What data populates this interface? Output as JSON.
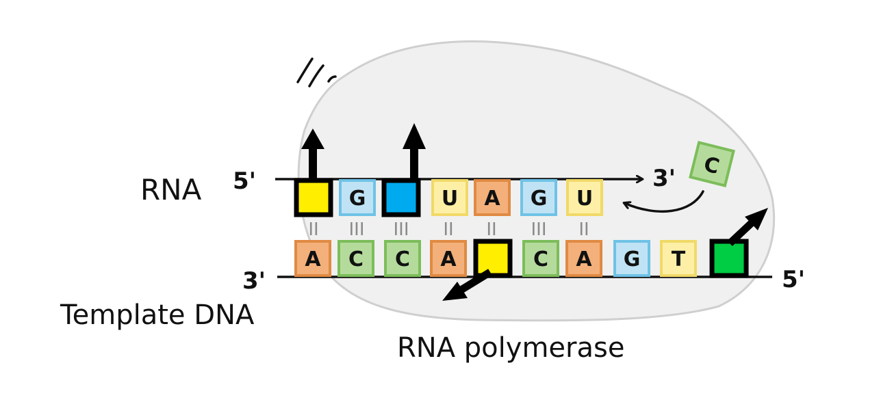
{
  "labels": {
    "rna": "RNA",
    "template_dna": "Template DNA",
    "rna_polymerase": "RNA polymerase",
    "rna_five_prime": "5'",
    "rna_three_prime": "3'",
    "dna_three_prime": "3'",
    "dna_five_prime": "5'"
  },
  "incoming_nucleotide": {
    "letter": "C",
    "color": "green"
  },
  "rna_strand": [
    {
      "letter": "",
      "color": "yellow-highlight"
    },
    {
      "letter": "G",
      "color": "blue"
    },
    {
      "letter": "",
      "color": "blue-highlight"
    },
    {
      "letter": "U",
      "color": "yellow"
    },
    {
      "letter": "A",
      "color": "orange"
    },
    {
      "letter": "G",
      "color": "blue"
    },
    {
      "letter": "U",
      "color": "yellow"
    }
  ],
  "base_pair_bonds": [
    "II",
    "III",
    "III",
    "II",
    "II",
    "III",
    "II"
  ],
  "dna_strand": [
    {
      "letter": "A",
      "color": "orange"
    },
    {
      "letter": "C",
      "color": "green"
    },
    {
      "letter": "C",
      "color": "green"
    },
    {
      "letter": "A",
      "color": "orange"
    },
    {
      "letter": "",
      "color": "yellow-highlight"
    },
    {
      "letter": "C",
      "color": "green"
    },
    {
      "letter": "A",
      "color": "orange"
    },
    {
      "letter": "G",
      "color": "blue"
    },
    {
      "letter": "T",
      "color": "yellow"
    },
    {
      "letter": "",
      "color": "green-highlight"
    }
  ],
  "palette": {
    "orange": {
      "fill": "#f3b07a",
      "stroke": "#e08a43"
    },
    "green": {
      "fill": "#b5db9c",
      "stroke": "#7cbd5a"
    },
    "blue": {
      "fill": "#bfe3f4",
      "stroke": "#6fc2e6"
    },
    "yellow": {
      "fill": "#fdf0a6",
      "stroke": "#f1d968"
    },
    "yellow-highlight": {
      "fill": "#ffee00",
      "stroke": "#000000"
    },
    "blue-highlight": {
      "fill": "#00aaee",
      "stroke": "#000000"
    },
    "green-highlight": {
      "fill": "#00cc44",
      "stroke": "#000000"
    },
    "polymerase": "#f0f0f0",
    "polymerase_outline": "#cfcfcf"
  }
}
